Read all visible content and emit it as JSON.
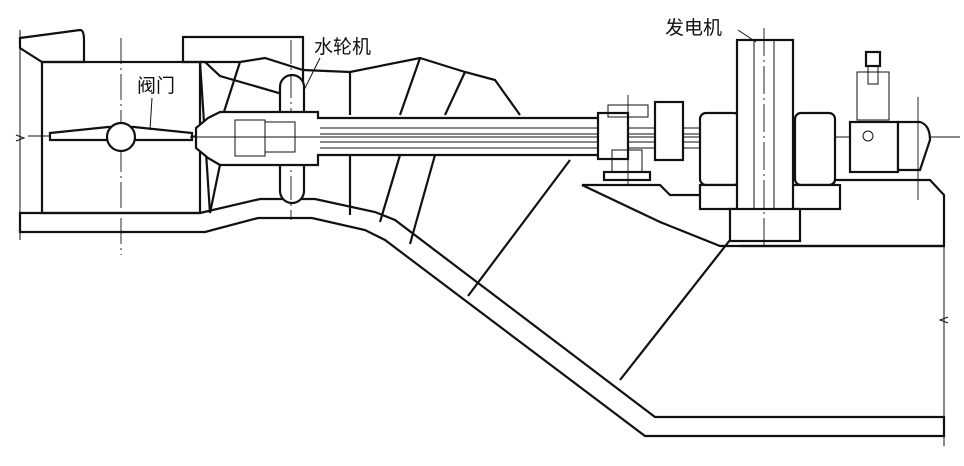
{
  "drawing": {
    "type": "tubular hydro turbine-generator unit cross-section",
    "labels": {
      "valve": "阀门",
      "turbine": "水轮机",
      "generator": "发电机"
    },
    "colors": {
      "line": "#111111",
      "background": "#ffffff"
    }
  }
}
